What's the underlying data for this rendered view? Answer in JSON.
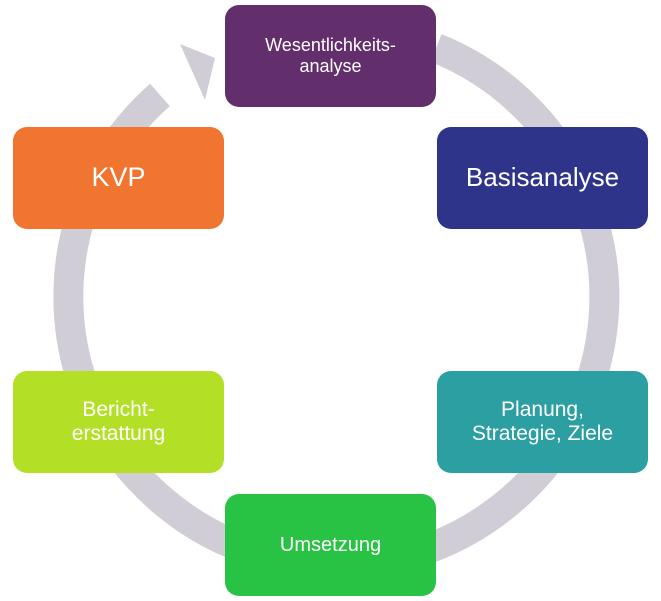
{
  "diagram": {
    "type": "cycle",
    "direction": "clockwise",
    "connector_color": "#d1cdd6",
    "steps": [
      {
        "label": "Wesentlichkeits-\nanalyse",
        "color": "#632e6c"
      },
      {
        "label": "Basisanalyse",
        "color": "#2e3489"
      },
      {
        "label": "Planung,\nStrategie, Ziele",
        "color": "#2c9fa3"
      },
      {
        "label": "Umsetzung",
        "color": "#28c244"
      },
      {
        "label": "Bericht-\nerstattung",
        "color": "#b3e026"
      },
      {
        "label": "KVP",
        "color": "#ef7530"
      }
    ]
  }
}
